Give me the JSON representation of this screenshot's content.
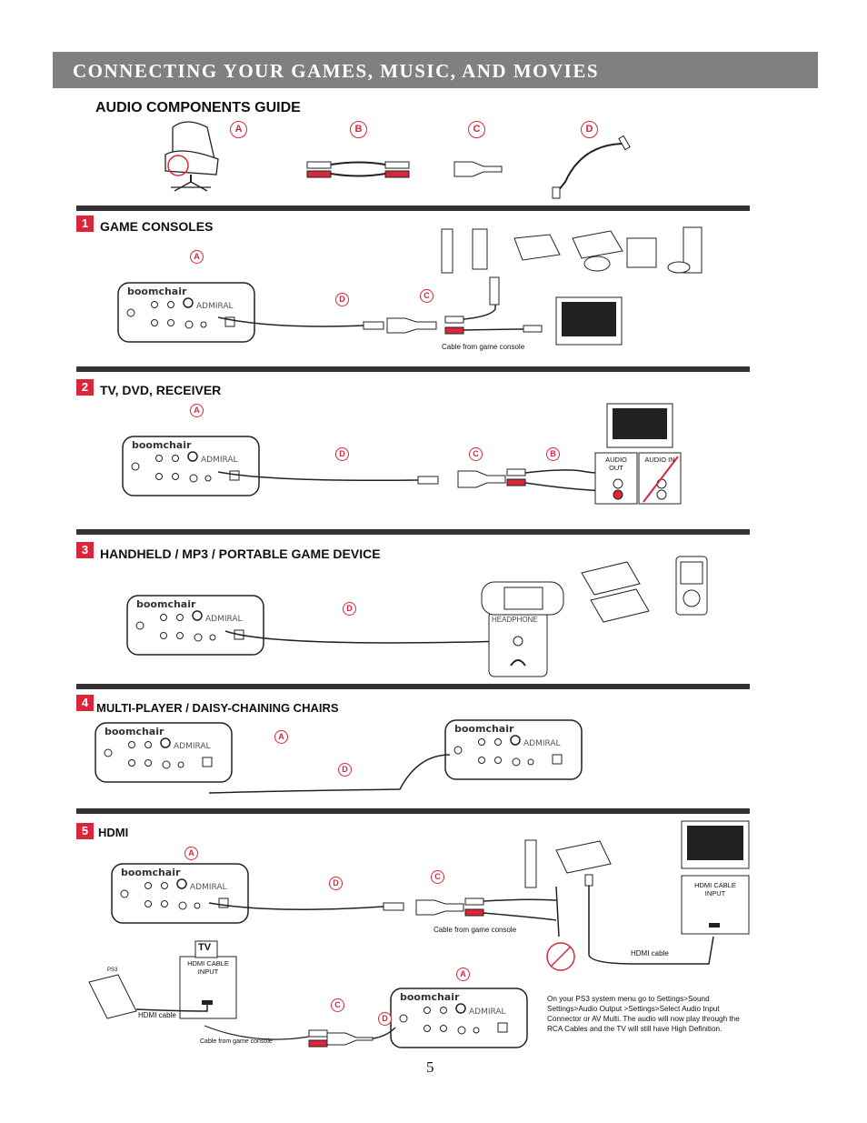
{
  "header": {
    "title": "CONNECTING YOUR GAMES, MUSIC, AND MOVIES"
  },
  "guide": {
    "title": "AUDIO COMPONENTS GUIDE",
    "components": [
      {
        "letter": "A"
      },
      {
        "letter": "B"
      },
      {
        "letter": "C"
      },
      {
        "letter": "D"
      }
    ]
  },
  "sections": [
    {
      "number": "1",
      "title": "GAME CONSOLES",
      "cable_caption": "Cable from game console"
    },
    {
      "number": "2",
      "title": "TV, DVD, RECEIVER",
      "audio_out": "AUDIO OUT",
      "audio_in": "AUDIO IN"
    },
    {
      "number": "3",
      "title": "HANDHELD  /  MP3 / PORTABLE GAME DEVICE",
      "headphone": "HEADPHONE"
    },
    {
      "number": "4",
      "title": "MULTI-PLAYER / DAISY-CHAINING CHAIRS"
    },
    {
      "number": "5",
      "title": "HDMI",
      "hdmi_cable_input": "HDMI CABLE INPUT",
      "cable_caption": "Cable from game console",
      "hdmi_cable": "HDMI cable",
      "tv_badge": "TV",
      "ps3": "PS3",
      "note": "On your PS3 system menu go to Settings>Sound Settings>Audio Output >Settings>Select Audio Input Connector or AV Multi. The audio will now play through the RCA Cables and the TV will still have High Definition."
    }
  ],
  "brand": {
    "name": "boomchair",
    "model": "ADMIRAL"
  },
  "page_number": "5",
  "colors": {
    "accent": "#d9263a",
    "banner": "#808080"
  }
}
